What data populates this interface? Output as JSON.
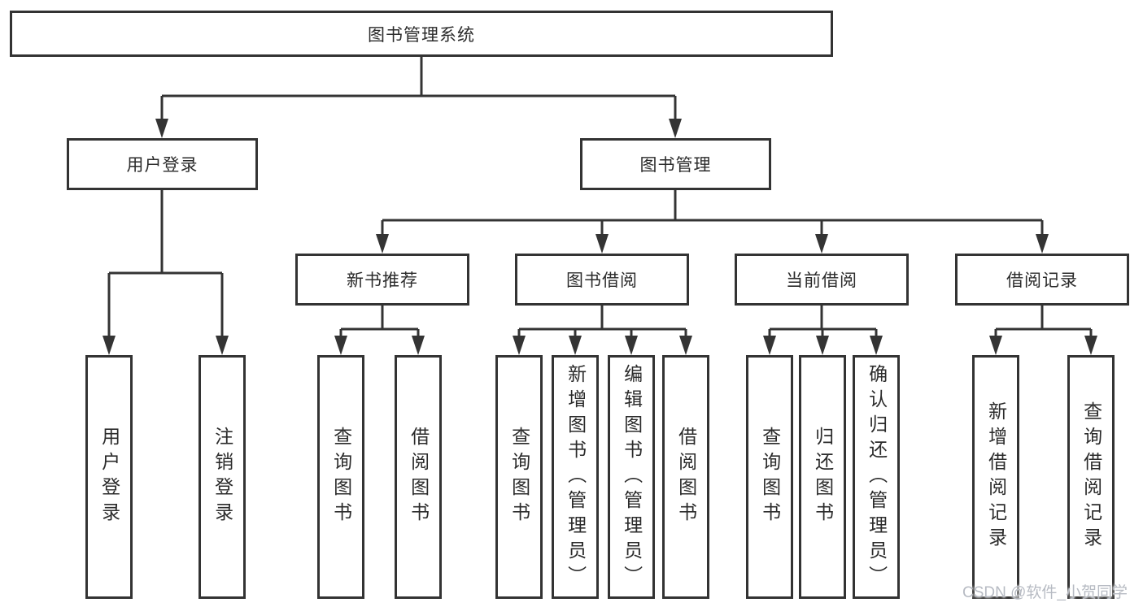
{
  "diagram": {
    "root": "图书管理系统",
    "level2": {
      "user_login": "用户登录",
      "book_management": "图书管理"
    },
    "user_login_children": [
      "用户登录",
      "注销登录"
    ],
    "level3": [
      "新书推荐",
      "图书借阅",
      "当前借阅",
      "借阅记录"
    ],
    "new_book_children": [
      "查询图书",
      "借阅图书"
    ],
    "borrow_children": [
      "查询图书",
      "新增图书（管理员）",
      "编辑图书（管理员）",
      "借阅图书"
    ],
    "current_children": [
      "查询图书",
      "归还图书",
      "确认归还（管理员）"
    ],
    "record_children": [
      "新增借阅记录",
      "查询借阅记录"
    ]
  },
  "watermark": "CSDN @软件_小贺同学",
  "colors": {
    "line": "#343434",
    "border": "#333333",
    "text": "#2b2b2b",
    "watermark": "#b7bbc3",
    "background": "#ffffff"
  }
}
